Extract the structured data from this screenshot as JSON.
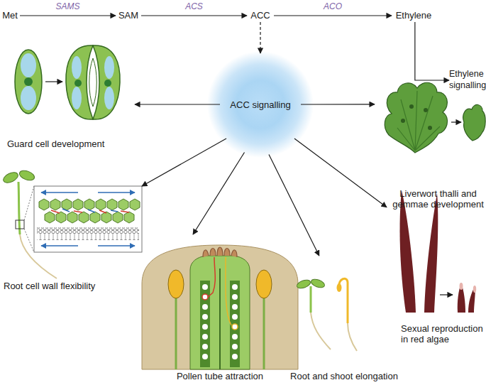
{
  "diagram": {
    "nodes": [
      {
        "text": [
          "Met"
        ]
      },
      {
        "text": [
          "SAM"
        ]
      },
      {
        "text": [
          "ACC"
        ]
      },
      {
        "text": [
          "Ethylene"
        ]
      },
      {
        "text": [
          "Ethylene signalling"
        ]
      },
      {
        "text": [
          "ACC signalling"
        ]
      },
      {
        "text": [
          "Guard cell development"
        ]
      },
      {
        "text": [
          "Liverwort thalli and gemmae development"
        ]
      },
      {
        "text": [
          "Root cell wall flexibility"
        ]
      },
      {
        "text": [
          "Sexual reproduction in red algae"
        ]
      },
      {
        "text": [
          "Pollen tube attraction"
        ]
      },
      {
        "text": [
          "Root and shoot elongation"
        ]
      }
    ],
    "edges": [
      {
        "from": 0,
        "to": 1,
        "label": "SAMS",
        "arrow": "to"
      },
      {
        "from": 1,
        "to": 2,
        "label": "ACS",
        "arrow": "to"
      },
      {
        "from": 2,
        "to": 3,
        "label": "ACO",
        "arrow": "to"
      },
      {
        "from": 3,
        "to": 4,
        "arrow": "to"
      },
      {
        "from": 2,
        "to": 5,
        "arrow": "to"
      },
      {
        "from": 5,
        "to": 6,
        "arrow": "to"
      },
      {
        "from": 5,
        "to": 7,
        "arrow": "to"
      },
      {
        "from": 5,
        "to": 8,
        "arrow": "to"
      },
      {
        "from": 5,
        "to": 9,
        "arrow": "to"
      },
      {
        "from": 5,
        "to": 10,
        "arrow": "to"
      },
      {
        "from": 5,
        "to": 11,
        "arrow": "to"
      }
    ]
  }
}
